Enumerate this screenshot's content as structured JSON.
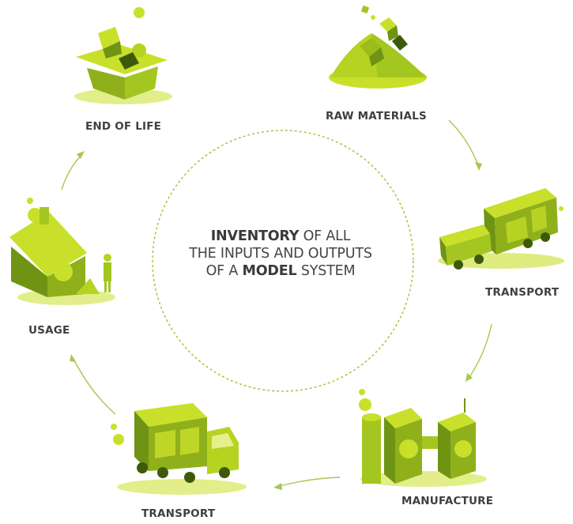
{
  "center": {
    "line1_bold": "INVENTORY",
    "line1_rest": " OF ALL",
    "line2": "THE INPUTS AND OUTPUTS",
    "line3_pre": "OF A ",
    "line3_bold": "MODEL",
    "line3_post": " SYSTEM"
  },
  "stages": [
    {
      "id": "raw-materials",
      "label": "RAW MATERIALS"
    },
    {
      "id": "transport-1",
      "label": "TRANSPORT"
    },
    {
      "id": "manufacture",
      "label": "MANUFACTURE"
    },
    {
      "id": "transport-2",
      "label": "TRANSPORT"
    },
    {
      "id": "usage",
      "label": "USAGE"
    },
    {
      "id": "end-of-life",
      "label": "END OF LIFE"
    }
  ],
  "colors": {
    "light": "#c8e02a",
    "mid": "#a4c620",
    "dark": "#6f9414",
    "darkest": "#3d5a0a",
    "shadow": "#7ea319",
    "text": "#3f3f3f",
    "dashed_circle": "#a9c84a",
    "arrow": "#a6c84f"
  },
  "icons": [
    "raw-materials-icon",
    "truck-icon",
    "factory-icon",
    "truck-icon",
    "house-icon",
    "bin-icon"
  ]
}
